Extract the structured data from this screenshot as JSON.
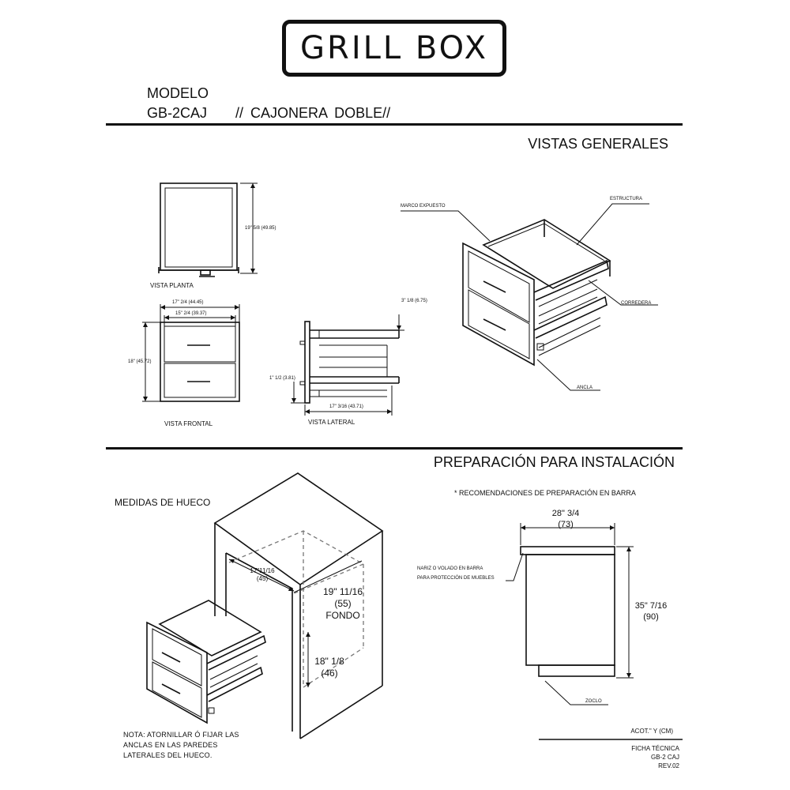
{
  "brand": {
    "logo_text": "GRILL BOX"
  },
  "model": {
    "label": "MODELO",
    "code": "GB-2CAJ",
    "description": "// CAJONERA DOBLE//"
  },
  "section_views": {
    "title": "VISTAS GENERALES",
    "plan": {
      "label": "VISTA PLANTA",
      "depth_dim": "19\" 5/8 (49.85)"
    },
    "front": {
      "label": "VISTA FRONTAL",
      "outer_width_dim": "17\" 2/4 (44.45)",
      "inner_width_dim": "15\" 2/4 (39.37)",
      "height_dim": "18\" (45.72)"
    },
    "side": {
      "label": "VISTA LATERAL",
      "top_dim": "3\" 1/8 (6.75)",
      "bottom_dim": "1\" 1/2 (3.81)",
      "depth_dim": "17\" 3/16 (43.71)"
    },
    "iso_callouts": {
      "frame": "MARCO EXPUESTO",
      "structure": "ESTRUCTURA",
      "slide": "CORREDERA",
      "anchor": "ANCLA"
    }
  },
  "section_install": {
    "title": "PREPARACIÓN PARA INSTALACIÓN",
    "recommendation": "* RECOMENDACIONES DE PREPARACIÓN EN BARRA",
    "cutout": {
      "title": "MEDIDAS DE HUECO",
      "width_in": "17\"11/16",
      "width_cm": "(45)",
      "depth_in": "19\" 11/16",
      "depth_cm": "(55)",
      "depth_label": "FONDO",
      "height_in": "18\" 1/8",
      "height_cm": "(46)"
    },
    "bar": {
      "width_in": "28\" 3/4",
      "width_cm": "(73)",
      "height_in": "35\" 7/16",
      "height_cm": "(90)",
      "nose_note_1": "NARIZ O VOLADO EN BARRA",
      "nose_note_2": "PARA PROTECCIÓN DE MUEBLES",
      "plinth": "ZOCLO"
    },
    "note_lines": [
      "NOTA:  ATORNILLAR Ó FIJAR LAS",
      "ANCLAS    EN    LAS    PAREDES",
      "LATERALES DEL HUECO."
    ]
  },
  "footer": {
    "units": "ACOT.\" Y (CM)",
    "sheet": "FICHA TÉCNICA",
    "code": "GB-2 CAJ",
    "rev": "REV.02"
  }
}
